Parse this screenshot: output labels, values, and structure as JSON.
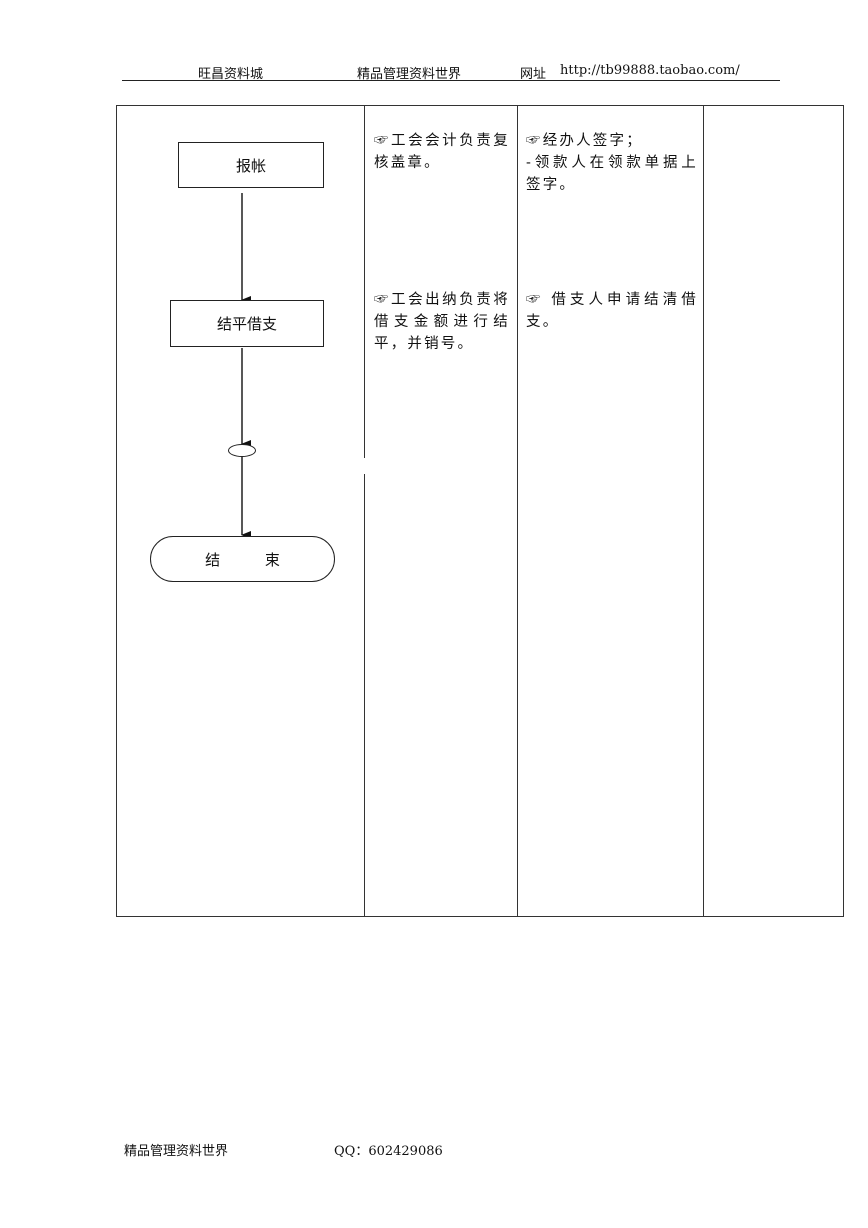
{
  "header": {
    "shop": "旺昌资料城",
    "world": "精品管理资料世界",
    "url_label": "网址",
    "url": "http://tb99888.taobao.com/"
  },
  "flow": {
    "step_reimburse": "报帐",
    "step_settle": "结平借支",
    "end": "结 束"
  },
  "notes": {
    "col2_row1": "☞工会会计负责复核盖章。",
    "col2_row2": "☞工会出纳负责将借支金额进行结平，并销号。",
    "col3_row1_line1": "☞经办人签字；",
    "col3_row1_line2": "-领款人在领款单据上签字。",
    "col3_row2": "☞ 借支人申请结清借支。"
  },
  "footer": {
    "world": "精品管理资料世界",
    "qq": "QQ：602429086"
  }
}
